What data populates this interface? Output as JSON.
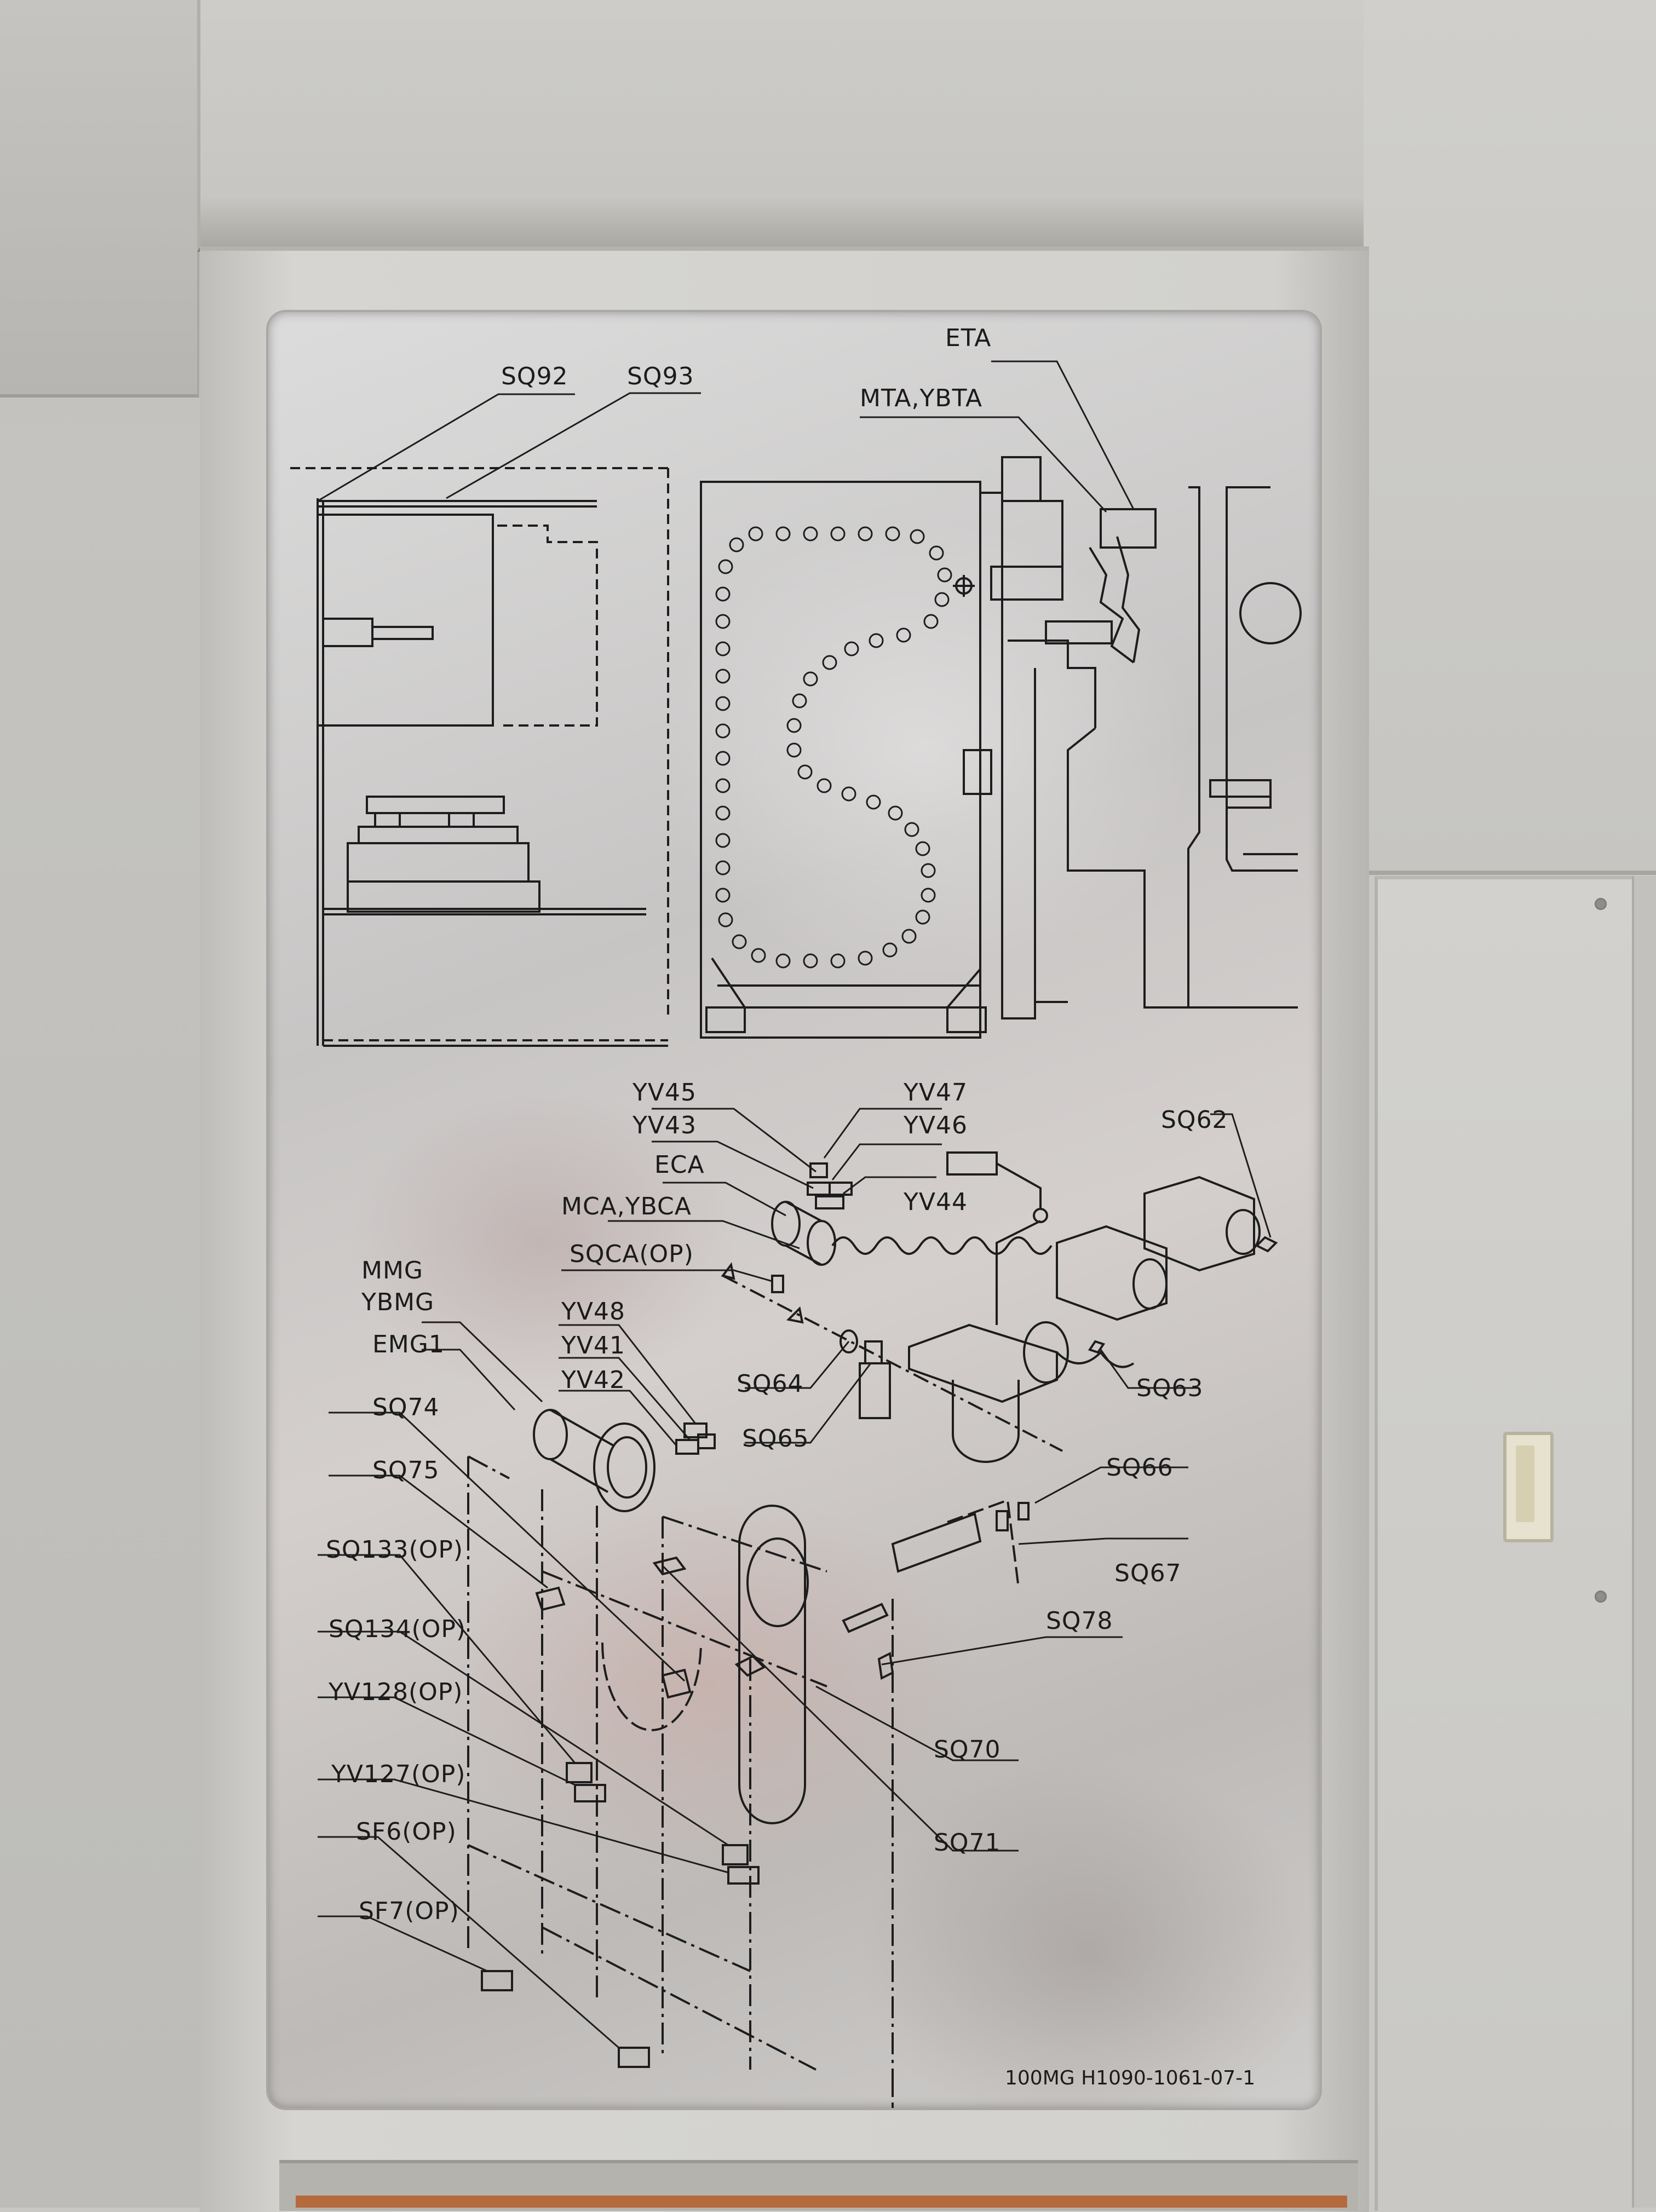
{
  "plate": {
    "labels": {
      "sq92": "SQ92",
      "sq93": "SQ93",
      "eta": "ETA",
      "mta_ybta": "MTA,YBTA",
      "yv45": "YV45",
      "yv43": "YV43",
      "yv47": "YV47",
      "yv46": "YV46",
      "yv44": "YV44",
      "eca": "ECA",
      "mca_ybca": "MCA,YBCA",
      "sq62": "SQ62",
      "mmg": "MMG",
      "ybmg": "YBMG",
      "sqca_op": "SQCA(OP)",
      "emg1": "EMG1",
      "yv48": "YV48",
      "yv41": "YV41",
      "yv42": "YV42",
      "sq64": "SQ64",
      "sq65": "SQ65",
      "sq63": "SQ63",
      "sq74": "SQ74",
      "sq66": "SQ66",
      "sq75": "SQ75",
      "sq67": "SQ67",
      "sq133_op": "SQ133(OP)",
      "sq78": "SQ78",
      "sq134_op": "SQ134(OP)",
      "yv128_op": "YV128(OP)",
      "sq70": "SQ70",
      "yv127_op": "YV127(OP)",
      "sq71": "SQ71",
      "sf6_op": "SF6(OP)",
      "sf7_op": "SF7(OP)"
    },
    "part_number": "100MG  H1090-1061-07-1"
  },
  "colors": {
    "plate_metal": "#cfcdcb",
    "ink": "#1b1b1b",
    "cabinet_paint": "#d2d1cd"
  }
}
